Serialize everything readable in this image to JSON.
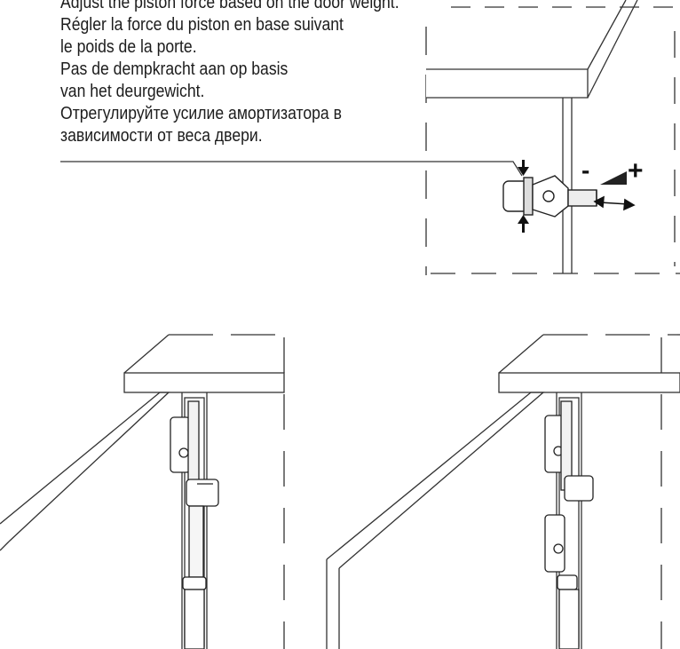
{
  "instructions": {
    "lines": [
      "Adjust the piston force based on the door weight.",
      "Régler la force du piston en base suivant",
      "le poids de la porte.",
      "Pas de dempkracht aan op basis",
      "van het deurgewicht.",
      "Отрегулируйте усилие амортизатора в",
      "зависимости от веса двери."
    ]
  },
  "adjust": {
    "minus": "-",
    "plus": "+"
  }
}
